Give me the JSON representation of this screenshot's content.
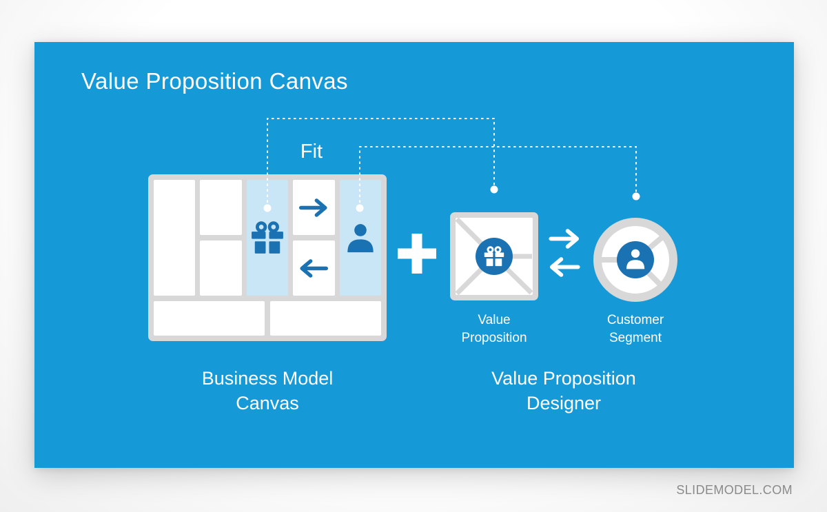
{
  "slide": {
    "title": "Value Proposition Canvas",
    "fit_label": "Fit",
    "bmc_caption": {
      "line1": "Business Model",
      "line2": "Canvas"
    },
    "designer_caption": {
      "line1": "Value Proposition",
      "line2": "Designer"
    },
    "vp_caption": {
      "line1": "Value",
      "line2": "Proposition"
    },
    "cs_caption": {
      "line1": "Customer",
      "line2": "Segment"
    },
    "plus_symbol": "+"
  },
  "footer": {
    "watermark": "SLIDEMODEL.COM"
  },
  "icons": {
    "gift": "gift-icon",
    "person": "person-icon",
    "arrow_right": "arrow-right-icon",
    "arrow_left": "arrow-left-icon",
    "plus": "plus-icon",
    "connector_dot": "connector-dot"
  },
  "colors": {
    "slide_blue": "#169AD7",
    "light_blue": "#C9E6F7",
    "icon_blue": "#1A72B2",
    "panel_gray": "#D8D8D8",
    "white": "#FFFFFF",
    "watermark_gray": "#8A8A8A"
  }
}
